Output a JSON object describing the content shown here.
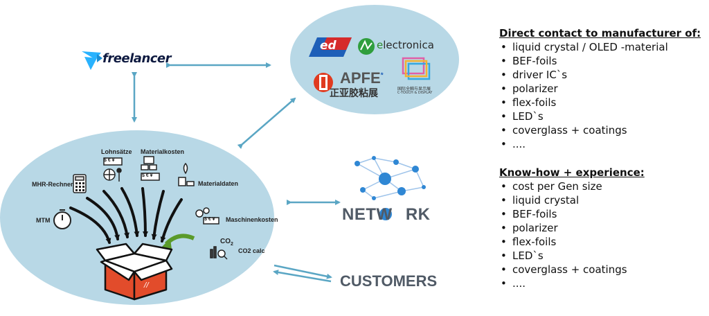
{
  "partners": {
    "freelancer": "freelancer",
    "ed": "ed",
    "electronica_first": "e",
    "electronica_rest": "lectronica",
    "apfe": "APFE",
    "apfe_star": "*",
    "apfe_cn": "正亚胶粘展",
    "ctouch_cn": "国际全触与显示展",
    "ctouch_en": "C-TOUCH & DISPLAY"
  },
  "tools": {
    "lohnsaetze": "Lohnsätze",
    "materialkosten": "Materialkosten",
    "mhr_rechner": "MHR-Rechner",
    "materialdaten": "Materialdaten",
    "mtm": "MTM",
    "maschinenkosten": "Maschinenkosten",
    "co2_calc": "CO2 calc",
    "co2_icon_text": "CO",
    "co2_sub": "2",
    "currency": "$ € ¥"
  },
  "nodes": {
    "network_pre": "NETW",
    "network_o": "O",
    "network_post": "RK",
    "customers": "CUSTOMERS"
  },
  "direct_contact": {
    "title": "Direct contact to manufacturer of:",
    "items": [
      "liquid crystal / OLED -material",
      "BEF-foils",
      "driver IC`s",
      "polarizer",
      "flex-foils",
      "LED`s",
      "coverglass + coatings",
      "...."
    ]
  },
  "knowhow": {
    "title": "Know-how + experience:",
    "items": [
      "cost per Gen size",
      "liquid crystal",
      "BEF-foils",
      "polarizer",
      "flex-foils",
      "LED`s",
      "coverglass + coatings",
      "...."
    ]
  },
  "colors": {
    "ellipse": "#b8d8e6",
    "arrow": "#5aa6c4",
    "box": "#e24c2b",
    "network_node": "#2f87d4"
  }
}
